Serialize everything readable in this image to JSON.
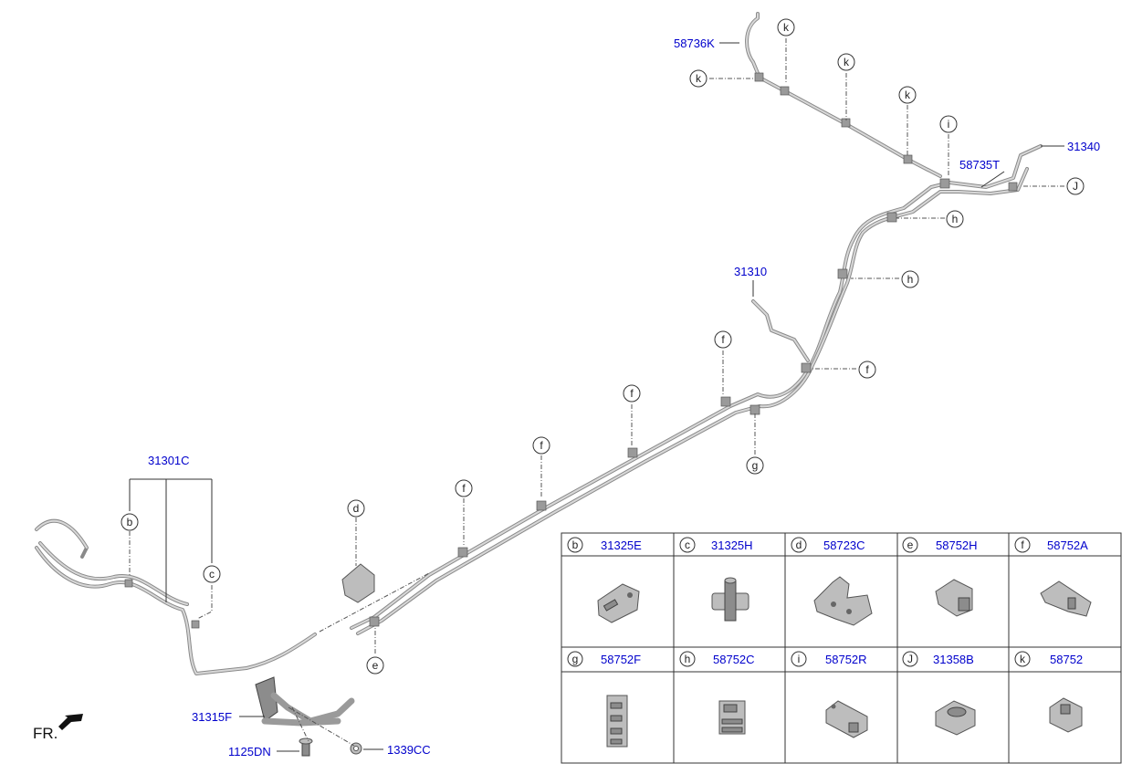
{
  "labels": {
    "p31301c": "31301C",
    "p58736k": "58736K",
    "p58735t": "58735T",
    "p31340": "31340",
    "p31310": "31310",
    "p31315f": "31315F",
    "p1125dn": "1125DN",
    "p1339cc": "1339CC",
    "fr": "FR."
  },
  "callouts": {
    "b": "b",
    "c": "c",
    "d": "d",
    "e": "e",
    "f": "f",
    "g": "g",
    "h": "h",
    "i": "i",
    "J": "J",
    "k": "k"
  },
  "legend": {
    "row1": [
      {
        "letter": "b",
        "part": "31325E"
      },
      {
        "letter": "c",
        "part": "31325H"
      },
      {
        "letter": "d",
        "part": "58723C"
      },
      {
        "letter": "e",
        "part": "58752H"
      },
      {
        "letter": "f",
        "part": "58752A"
      }
    ],
    "row2": [
      {
        "letter": "g",
        "part": "58752F"
      },
      {
        "letter": "h",
        "part": "58752C"
      },
      {
        "letter": "i",
        "part": "58752R"
      },
      {
        "letter": "J",
        "part": "31358B"
      },
      {
        "letter": "k",
        "part": "58752"
      }
    ]
  },
  "colors": {
    "part_number": "#0000cc",
    "pipe": "#8a8a8a"
  }
}
